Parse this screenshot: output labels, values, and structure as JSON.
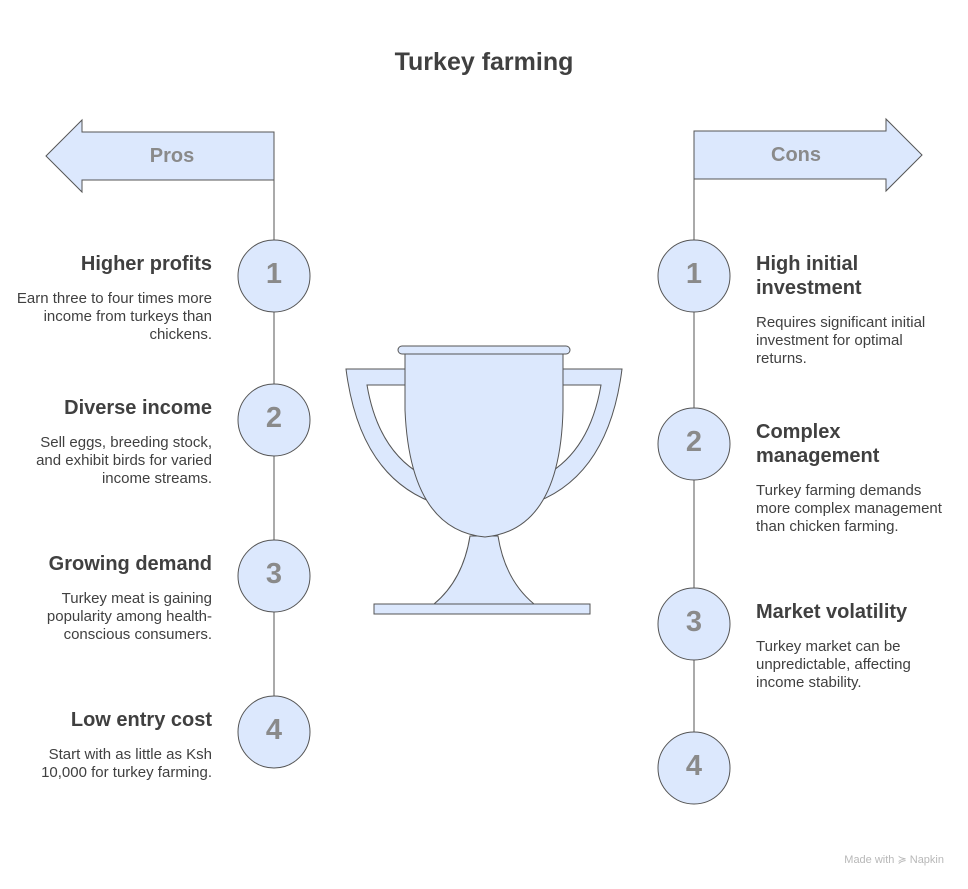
{
  "title": "Turkey farming",
  "pros": {
    "label": "Pros",
    "items": [
      {
        "number": "1",
        "title": "Higher profits",
        "description": "Earn three to four times more income from turkeys than chickens."
      },
      {
        "number": "2",
        "title": "Diverse income",
        "description": "Sell eggs, breeding stock, and exhibit birds for varied income streams."
      },
      {
        "number": "3",
        "title": "Growing demand",
        "description": "Turkey meat is gaining popularity among health-conscious consumers."
      },
      {
        "number": "4",
        "title": "Low entry cost",
        "description": "Start with as little as Ksh 10,000 for turkey farming."
      }
    ]
  },
  "cons": {
    "label": "Cons",
    "items": [
      {
        "number": "1",
        "title": "High initial investment",
        "description": "Requires significant initial investment for optimal returns."
      },
      {
        "number": "2",
        "title": "Complex management",
        "description": "Turkey farming demands more complex management than chicken farming."
      },
      {
        "number": "3",
        "title": "Market volatility",
        "description": "Turkey market can be unpredictable, affecting income stability."
      },
      {
        "number": "4"
      }
    ]
  },
  "watermark": "Made with ≽ Napkin",
  "colors": {
    "fill": "#dce8fd",
    "stroke": "#555555"
  }
}
